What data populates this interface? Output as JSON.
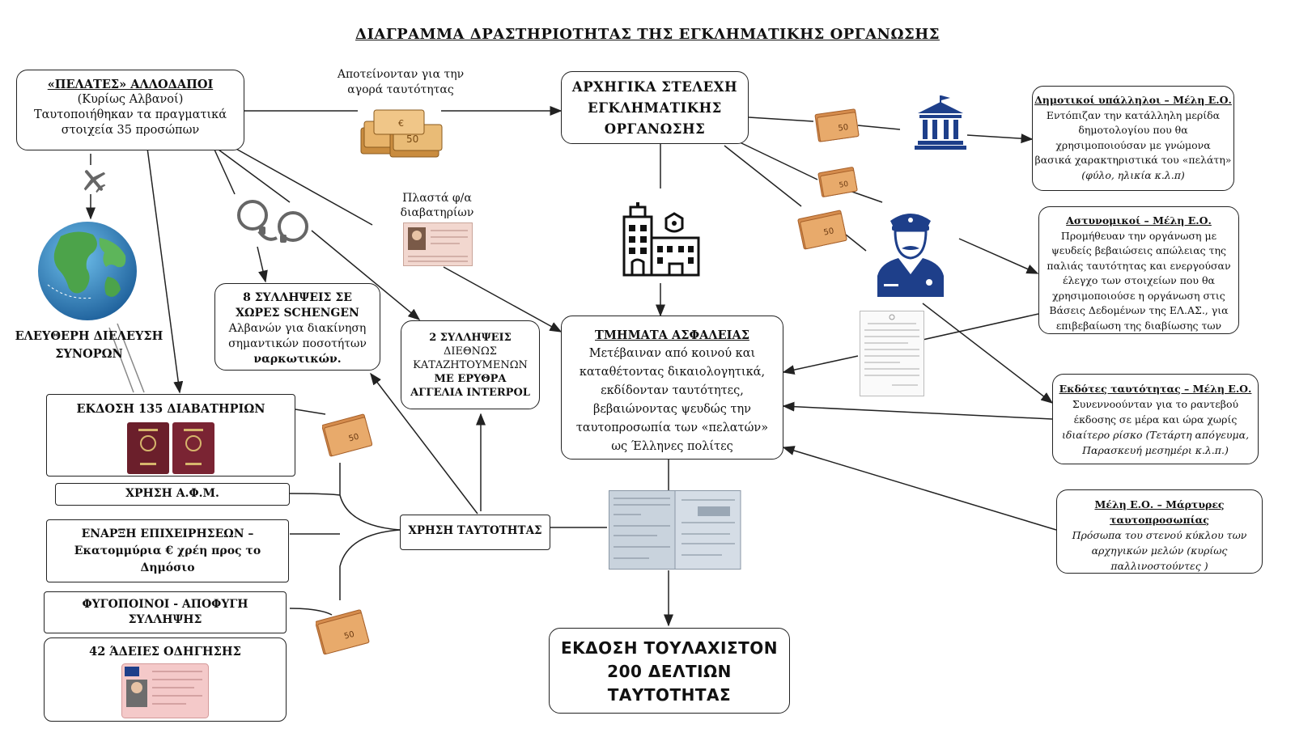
{
  "title": "ΔΙΑΓΡΑΜΜΑ ΔΡΑΣΤΗΡΙΟΤΗΤΑΣ ΤΗΣ ΕΓΚΛΗΜΑΤΙΚΗΣ ΟΡΓΑΝΩΣΗΣ",
  "clients": {
    "heading": "«ΠΕΛΑΤΕΣ» ΑΛΛΟΔΑΠΟΙ",
    "line1": "(Κυρίως Αλβανοί)",
    "line2": "Ταυτοποιήθηκαν τα πραγματικά",
    "line3": "στοιχεία 35 προσώπων"
  },
  "approach_label": {
    "line1": "Αποτείνονταν για την",
    "line2": "αγορά ταυτότητας"
  },
  "leaders": {
    "line1": "ΑΡΧΗΓΙΚΑ ΣΤΕΛΕΧΗ",
    "line2": "ΕΓΚΛΗΜΑΤΙΚΗΣ",
    "line3": "ΟΡΓΑΝΩΣΗΣ"
  },
  "municipal": {
    "heading": "Δημοτικοί υπάλληλοι – Μέλη Ε.Ο.",
    "line1": "Εντόπιζαν την κατάλληλη μερίδα",
    "line2": "δημοτολογίου που θα",
    "line3": "χρησιμοποιούσαν με γνώμονα",
    "line4": "βασικά χαρακτηριστικά του «πελάτη»",
    "line5": "(φύλο, ηλικία κ.λ.π)"
  },
  "police": {
    "heading": "Αστυνομικοί  – Μέλη Ε.Ο.",
    "line1": "Προμήθευαν την οργάνωση με",
    "line2": "ψευδείς βεβαιώσεις απώλειας της",
    "line3": "παλιάς ταυτότητας και ενεργούσαν",
    "line4": "έλεγχο των στοιχείων που θα",
    "line5": "χρησιμοποιούσε η οργάνωση στις",
    "line6": "Βάσεις Δεδομένων της ΕΛ.ΑΣ., για",
    "line7": "επιβεβαίωση της διαβίωσης των"
  },
  "issuers": {
    "heading": "Εκδότες ταυτότητας  – Μέλη Ε.Ο.",
    "line1": "Συνεννοούνταν για το ραντεβού",
    "line2": "έκδοσης σε μέρα και ώρα χωρίς",
    "line3": "ιδιαίτερο ρίσκο (Τετάρτη απόγευμα,",
    "line4": "Παρασκευή μεσημέρι κ.λ.π.)"
  },
  "witnesses": {
    "heading1": "Μέλη Ε.Ο. – Μάρτυρες",
    "heading2": "ταυτοπροσωπίας",
    "line1": "Πρόσωπα του στενού κύκλου των",
    "line2": "αρχηγικών μελών (κυρίως",
    "line3": "παλλινοστούντες )"
  },
  "security": {
    "heading": "ΤΜΗΜΑΤΑ ΑΣΦΑΛΕΙΑΣ",
    "line1": "Μετέβαιναν από κοινού και",
    "line2": "καταθέτοντας δικαιολογητικά,",
    "line3": "εκδίδονταν ταυτότητες,",
    "line4": "βεβαιώνοντας ψευδώς την",
    "line5": "ταυτοπροσωπία των «πελατών»",
    "line6": "ως Έλληνες πολίτες"
  },
  "issue_ids": {
    "line1": "ΕΚΔΟΣΗ ΤΟΥΛΑΧΙΣΤΟΝ",
    "line2": "200 ΔΕΛΤΙΩΝ",
    "line3": "ΤΑΥΤΟΤΗΤΑΣ"
  },
  "plastic_label": {
    "line1": "Πλαστά φ/α",
    "line2": "διαβατηρίων"
  },
  "free_movement": {
    "line1": "ΕΛΕΥΘΕΡΗ ΔΙΕΛΕΥΣΗ",
    "line2": "ΣΥΝΟΡΩΝ"
  },
  "schengen": {
    "line1": "8 ΣΥΛΛΗΨΕΙΣ ΣΕ",
    "line2": "ΧΩΡΕΣ SCHENGEN",
    "line3": "Αλβανών για διακίνηση",
    "line4": "σημαντικών ποσοτήτων",
    "line5": "ναρκωτικών."
  },
  "interpol": {
    "line1": "2 ΣΥΛΛΗΨΕΙΣ",
    "line2": "ΔΙΕΘΝΩΣ",
    "line3": "ΚΑΤΑΖΗΤΟΥΜΕΝΩΝ",
    "line4": "ΜΕ ΕΡΥΘΡΑ",
    "line5": "ΑΓΓΕΛΙΑ INTERPOL"
  },
  "passports": {
    "label": "ΕΚΔΟΣΗ 135 ΔΙΑΒΑΤΗΡΙΩΝ"
  },
  "afm": {
    "label": "ΧΡΗΣΗ Α.Φ.Μ."
  },
  "business": {
    "line1": "ΕΝΑΡΞΗ ΕΠΙΧΕΙΡΗΣΕΩΝ –",
    "line2": "Εκατομμύρια € χρέη προς το",
    "line3": "Δημόσιο"
  },
  "fugitives": {
    "line1": "ΦΥΓΟΠΟΙΝΟΙ - ΑΠΟΦΥΓΗ",
    "line2": "ΣΥΛΛΗΨΗΣ"
  },
  "licenses": {
    "label": "42 ΆΔΕΙΕΣ ΟΔΗΓΗΣΗΣ"
  },
  "id_use": {
    "label": "ΧΡΗΣΗ ΤΑΥΤΟΤΗΤΑΣ"
  },
  "colors": {
    "line": "#222222",
    "money": "#d9a25a",
    "police_blue": "#1e3f8a",
    "passport": "#6b1f2b",
    "globe_sea": "#2a7fc0",
    "globe_land": "#4ca34a"
  }
}
